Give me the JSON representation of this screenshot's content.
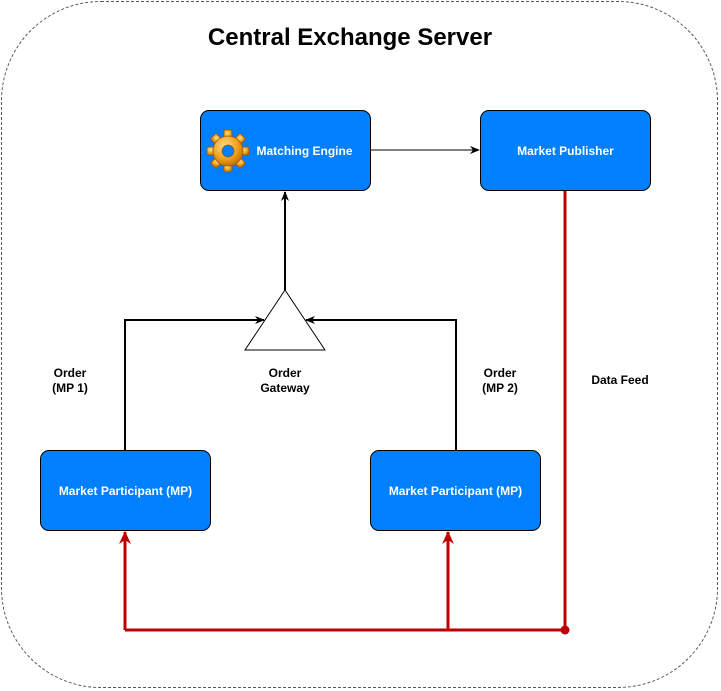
{
  "title": "Central Exchange Server",
  "nodes": {
    "matching_engine": "Matching Engine",
    "market_publisher": "Market Publisher",
    "mp_left": "Market Participant (MP)",
    "mp_right": "Market Participant (MP)"
  },
  "labels": {
    "order_mp1_line1": "Order",
    "order_mp1_line2": "(MP 1)",
    "order_gateway_line1": "Order",
    "order_gateway_line2": "Gateway",
    "order_mp2_line1": "Order",
    "order_mp2_line2": "(MP 2)",
    "data_feed": "Data Feed"
  },
  "icons": {
    "matching_engine": "gear-icon"
  },
  "colors": {
    "node_fill": "#007fff",
    "data_feed_line": "#c00000",
    "order_line": "#000000"
  }
}
